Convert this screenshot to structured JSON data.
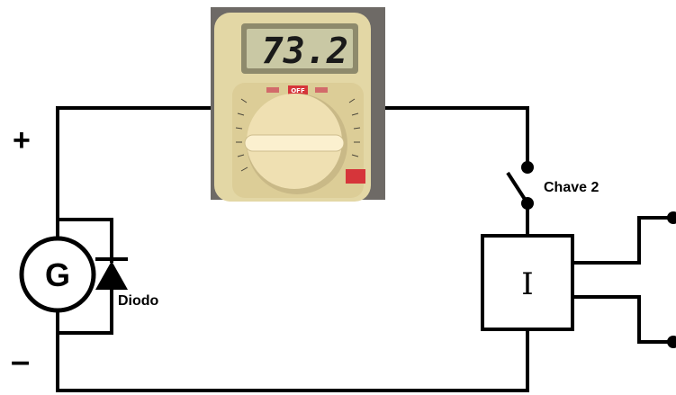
{
  "circuit": {
    "plus_sign": "+",
    "minus_sign": "–",
    "generator_label": "G",
    "diode_label": "Diodo",
    "switch_label": "Chave 2",
    "box_label": "I"
  },
  "multimeter": {
    "display_value": "73.2",
    "off_label": "OFF",
    "body_color": "#e3d7a5",
    "display_color": "#c9c8a4",
    "knob_color": "#efe0b2"
  }
}
